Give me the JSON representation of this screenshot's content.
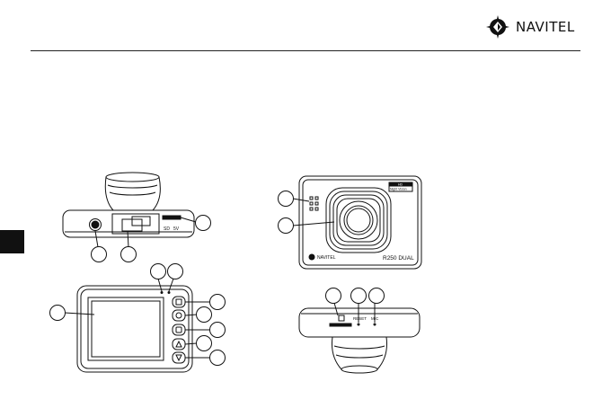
{
  "header": {
    "brand": "NAVITEL",
    "logo_icon": "navitel-compass-logo-icon"
  },
  "figures": {
    "top_view": {
      "sd_label": "SD",
      "usb_label": "5V"
    },
    "front_view": {
      "model": "R250 DUAL",
      "brand": "NAVITEL",
      "badge_line1": "HD",
      "badge_line2": "Night Vision"
    },
    "bottom_view": {
      "reset_label": "RESET",
      "mic_label": "MIC"
    }
  },
  "colors": {
    "ink": "#111111",
    "page": "#ffffff"
  }
}
